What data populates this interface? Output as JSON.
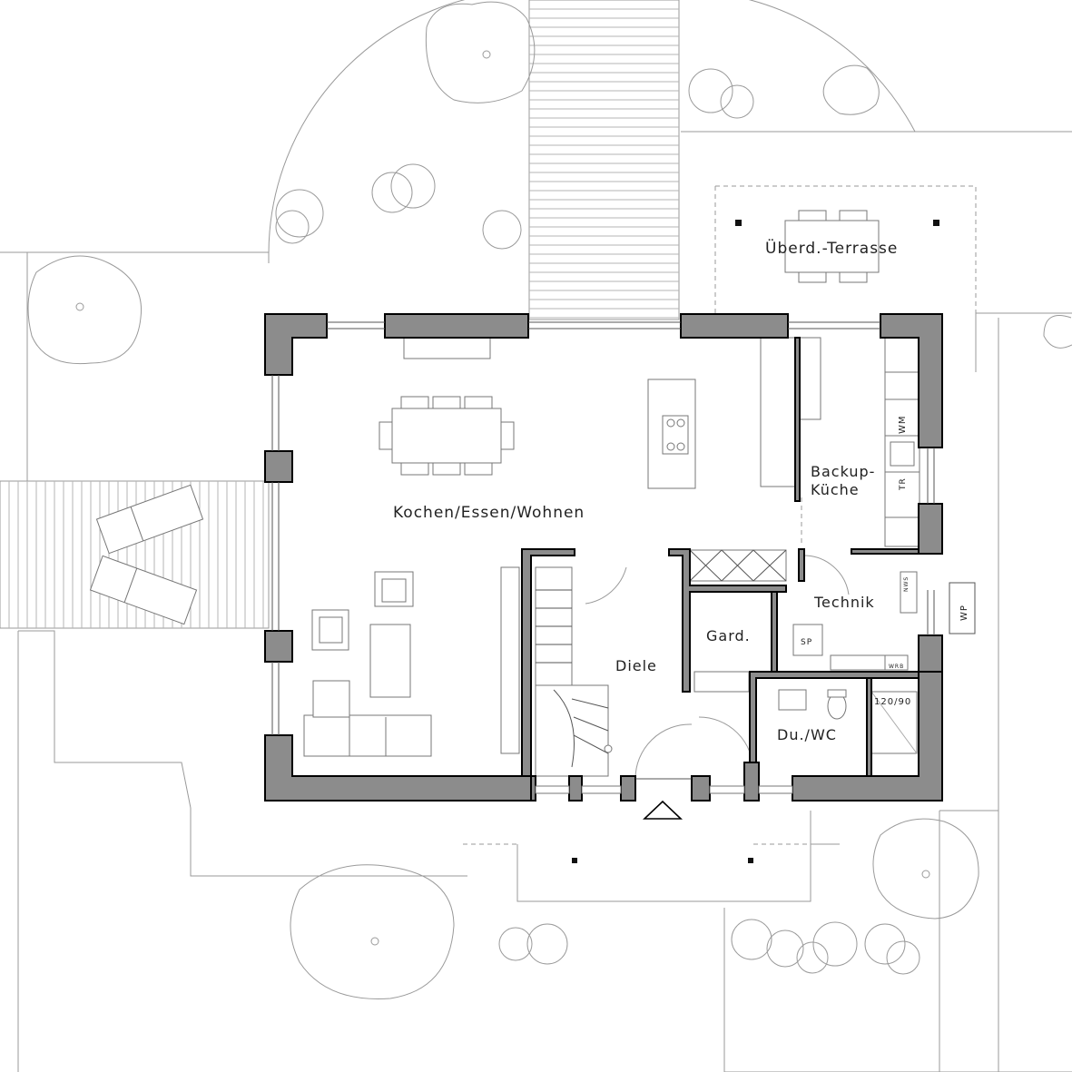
{
  "rooms": {
    "kochen": "Kochen/Essen/Wohnen",
    "terrasse": "Überd.-Terrasse",
    "backup1": "Backup-",
    "backup2": "Küche",
    "technik": "Technik",
    "garderobe": "Gard.",
    "diele": "Diele",
    "duwc": "Du./WC"
  },
  "labels": {
    "wm": "WM",
    "tr": "TR",
    "sp": "SP",
    "shower": "120/90",
    "wp": "WP",
    "nws": "NWS",
    "wrb": "WRB"
  }
}
